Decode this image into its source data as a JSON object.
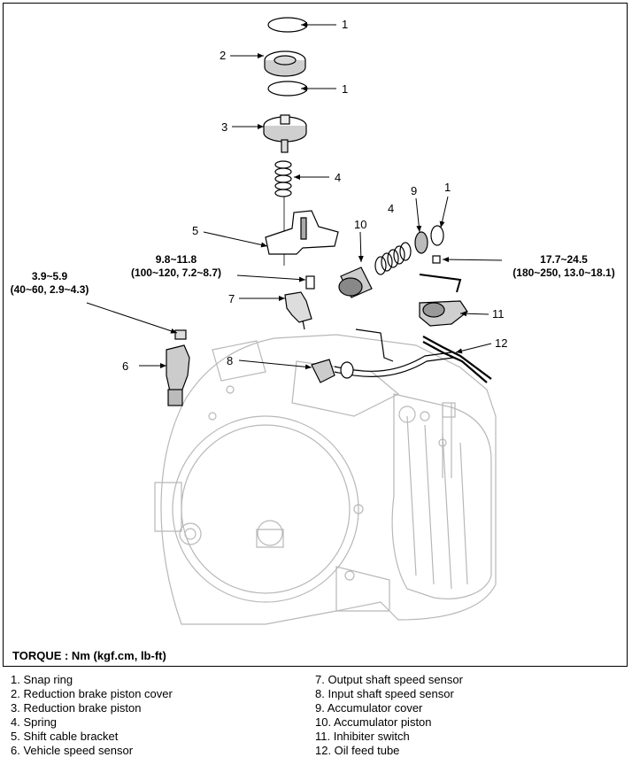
{
  "callouts": {
    "c1a": "1",
    "c2": "2",
    "c1b": "1",
    "c3": "3",
    "c4a": "4",
    "c5": "5",
    "c9": "9",
    "c1c": "1",
    "c4b": "4",
    "c10": "10",
    "c7": "7",
    "c11": "11",
    "c12": "12",
    "c6": "6",
    "c8": "8"
  },
  "torque_specs": {
    "t1": {
      "line1": "3.9~5.9",
      "line2": "(40~60, 2.9~4.3)"
    },
    "t2": {
      "line1": "9.8~11.8",
      "line2": "(100~120, 7.2~8.7)"
    },
    "t3": {
      "line1": "17.7~24.5",
      "line2": "(180~250, 13.0~18.1)"
    }
  },
  "torque_title": "TORQUE : Nm (kgf.cm, lb-ft)",
  "legend": {
    "left": [
      "1.  Snap ring",
      "2.  Reduction brake piston cover",
      "3.  Reduction brake piston",
      "4.  Spring",
      "5.  Shift cable bracket",
      "6.  Vehicle speed sensor"
    ],
    "right": [
      "7.  Output shaft speed sensor",
      "8.  Input shaft speed sensor",
      "9.  Accumulator cover",
      "10.  Accumulator piston",
      "11.  Inhibiter switch",
      "12.  Oil feed tube"
    ]
  }
}
